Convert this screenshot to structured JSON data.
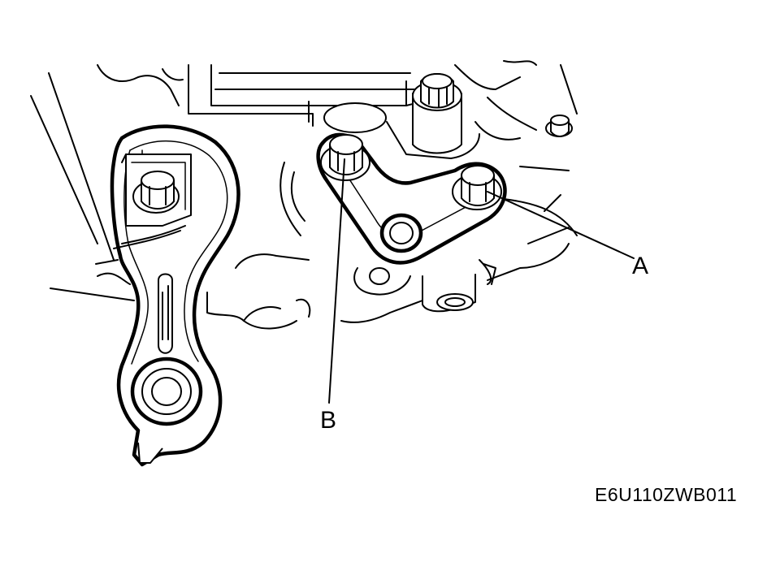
{
  "callouts": {
    "a": "A",
    "b": "B"
  },
  "figure_id": "E6U110ZWB011",
  "colors": {
    "ink": "#000000",
    "paper": "#ffffff"
  }
}
